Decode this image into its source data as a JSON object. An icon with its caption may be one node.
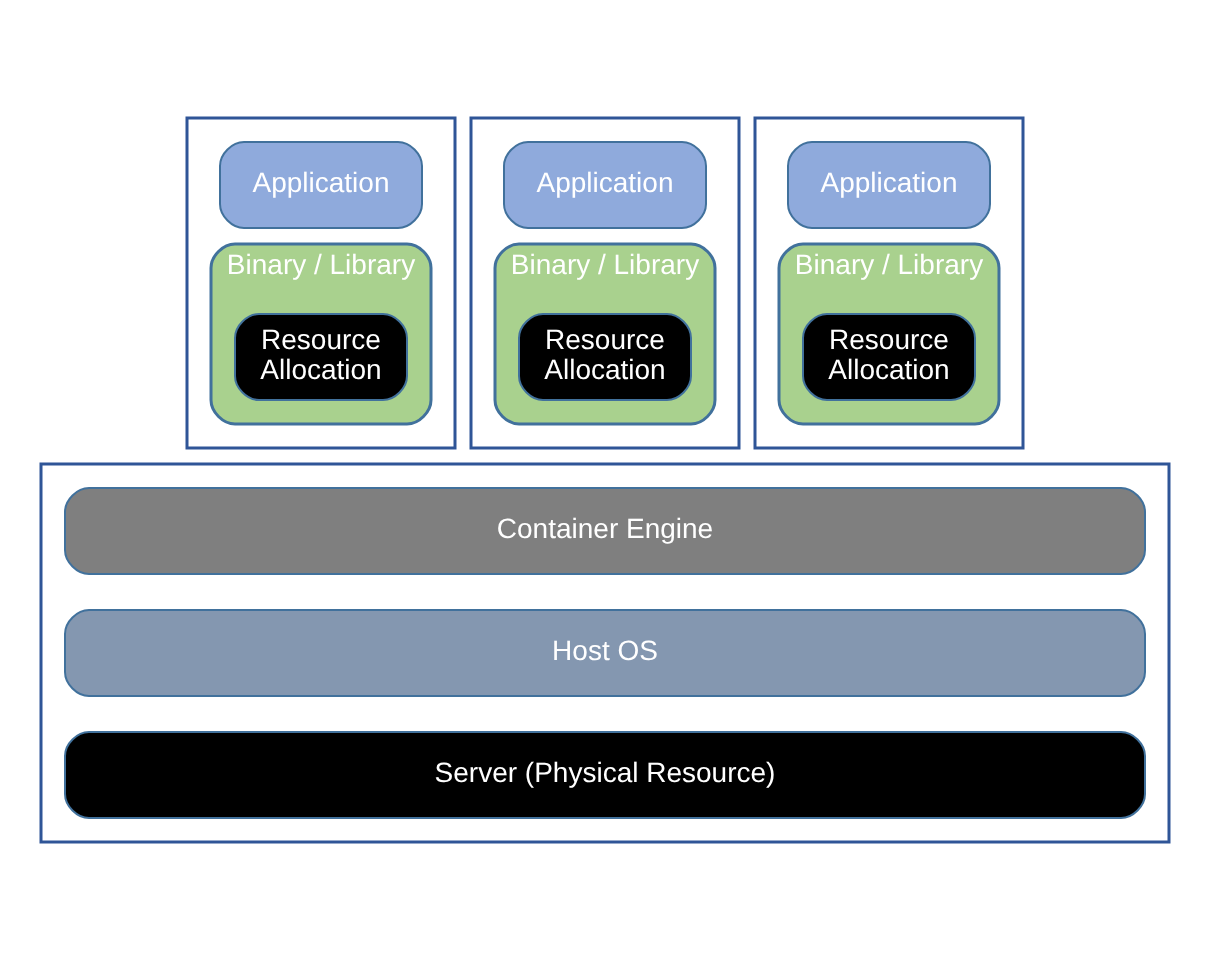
{
  "diagram": {
    "nodes": [
      {
        "text": [],
        "shape": "box"
      },
      {
        "text": [
          "Application"
        ],
        "in": 0
      },
      {
        "text": [
          "Binary / Library"
        ],
        "in": 0
      },
      {
        "text": [
          "Resource Allocation"
        ],
        "in": 2
      },
      {
        "text": [],
        "shape": "box"
      },
      {
        "text": [
          "Application"
        ],
        "in": 4
      },
      {
        "text": [
          "Binary / Library"
        ],
        "in": 4
      },
      {
        "text": [
          "Resource Allocation"
        ],
        "in": 6
      },
      {
        "text": [],
        "shape": "box"
      },
      {
        "text": [
          "Application"
        ],
        "in": 8
      },
      {
        "text": [
          "Binary / Library"
        ],
        "in": 8
      },
      {
        "text": [
          "Resource Allocation"
        ],
        "in": 10
      },
      {
        "text": [],
        "shape": "box"
      },
      {
        "text": [
          "Container Engine"
        ],
        "in": 12
      },
      {
        "text": [
          "Host OS"
        ],
        "in": 12
      },
      {
        "text": [
          "Server (Physical Resource)"
        ],
        "in": 12
      }
    ]
  }
}
